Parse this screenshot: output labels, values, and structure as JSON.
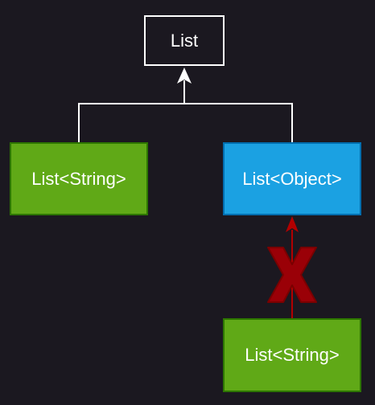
{
  "nodes": {
    "list": "List",
    "list_string_left": "List<String>",
    "list_object": "List<Object>",
    "list_string_bottom": "List<String>"
  },
  "colors": {
    "background": "#1b1820",
    "green_fill": "#60a917",
    "green_border": "#2d7600",
    "blue_fill": "#1ba1e2",
    "blue_border": "#006eaf",
    "connector": "#ffffff",
    "invalid_arrow": "#b20000"
  },
  "icons": {
    "inheritance_arrow": "arrow-up-icon",
    "invalid_marker": "x-cross-icon"
  }
}
